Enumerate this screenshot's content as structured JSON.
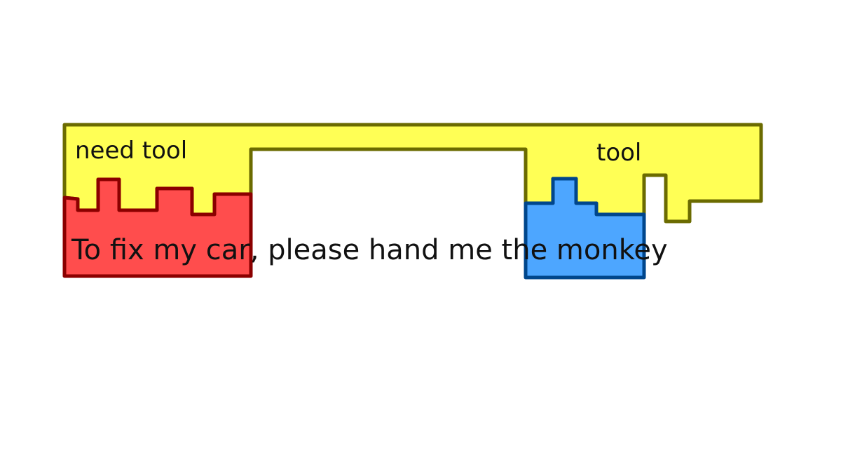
{
  "diagram": {
    "yellow_label_left": "need tool",
    "yellow_label_right": "tool",
    "sentence_red": "To fix my car,",
    "sentence_middle": " please hand me the ",
    "sentence_blue": "monkey",
    "colors": {
      "yellow_fill": "#ffff55",
      "yellow_stroke": "#6b6b00",
      "red_fill": "#ff4d4d",
      "red_stroke": "#8b0000",
      "blue_fill": "#4da6ff",
      "blue_stroke": "#00468c"
    }
  }
}
